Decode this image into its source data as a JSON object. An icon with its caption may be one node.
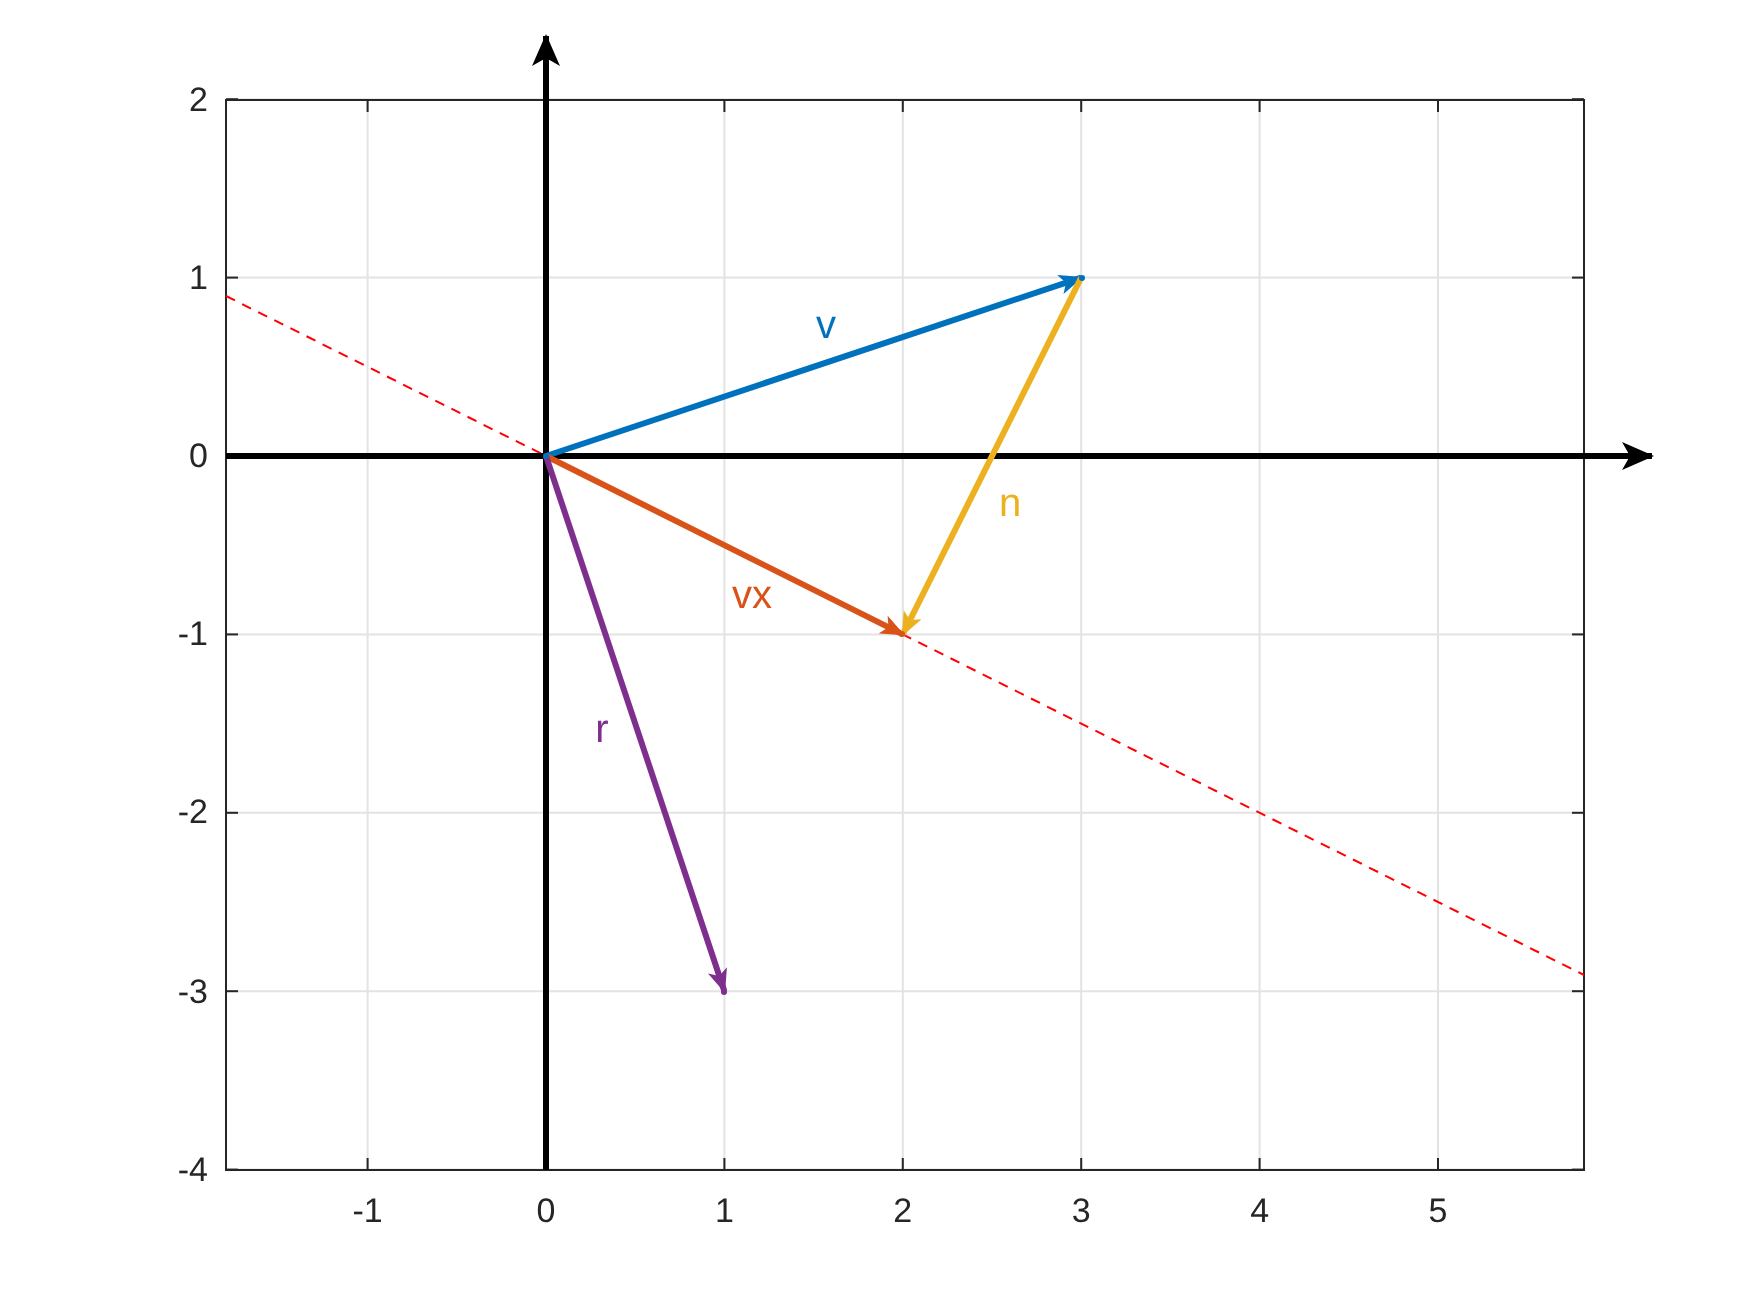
{
  "diagram": {
    "nodes": [
      {
        "text": [],
        "shape": "point"
      },
      {
        "text": [],
        "shape": "point"
      },
      {
        "text": [],
        "shape": "point"
      },
      {
        "text": [],
        "shape": "point"
      }
    ],
    "edges": [
      {
        "from": 0,
        "to": 1,
        "arrow": "to",
        "label": "v",
        "color": "#0072bd"
      },
      {
        "from": 0,
        "to": 2,
        "arrow": "to",
        "label": "vx",
        "color": "#d95319"
      },
      {
        "from": 1,
        "to": 2,
        "arrow": "to",
        "label": "n",
        "color": "#edb120"
      },
      {
        "from": 0,
        "to": 3,
        "arrow": "to",
        "label": "r",
        "color": "#7e2f8e"
      }
    ],
    "labels": [
      "2",
      "1",
      "0",
      "-1",
      "-2",
      "-3",
      "-4",
      "-1",
      "0",
      "1",
      "2",
      "3",
      "4",
      "5"
    ]
  }
}
